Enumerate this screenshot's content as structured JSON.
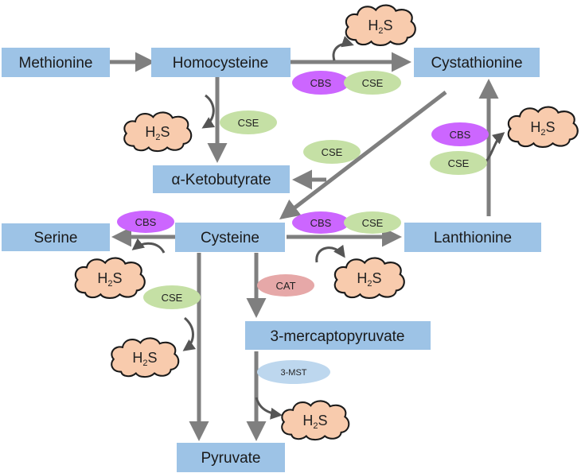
{
  "nodes": {
    "methionine": "Methionine",
    "homocysteine": "Homocysteine",
    "cystathionine": "Cystathionine",
    "ketobutyrate": "α-Ketobutyrate",
    "serine": "Serine",
    "cysteine": "Cysteine",
    "lanthionine": "Lanthionine",
    "mercaptopyruvate": "3-mercaptopyruvate",
    "pyruvate": "Pyruvate"
  },
  "enzymes": {
    "cbs": "CBS",
    "cse": "CSE",
    "cat": "CAT",
    "mst": "3-MST"
  },
  "h2s": {
    "base": "H",
    "sub": "2",
    "tail": "S"
  },
  "colors": {
    "node_fill": "#9dc3e6",
    "arrow": "#7f7f7f",
    "cbs": "#cc66ff",
    "cse": "#c5e0a5",
    "cat": "#e6a8a8",
    "mst": "#bdd7ee",
    "h2s_cloud": "#f8cbad",
    "h2s_outline": "#1a1a1a"
  }
}
